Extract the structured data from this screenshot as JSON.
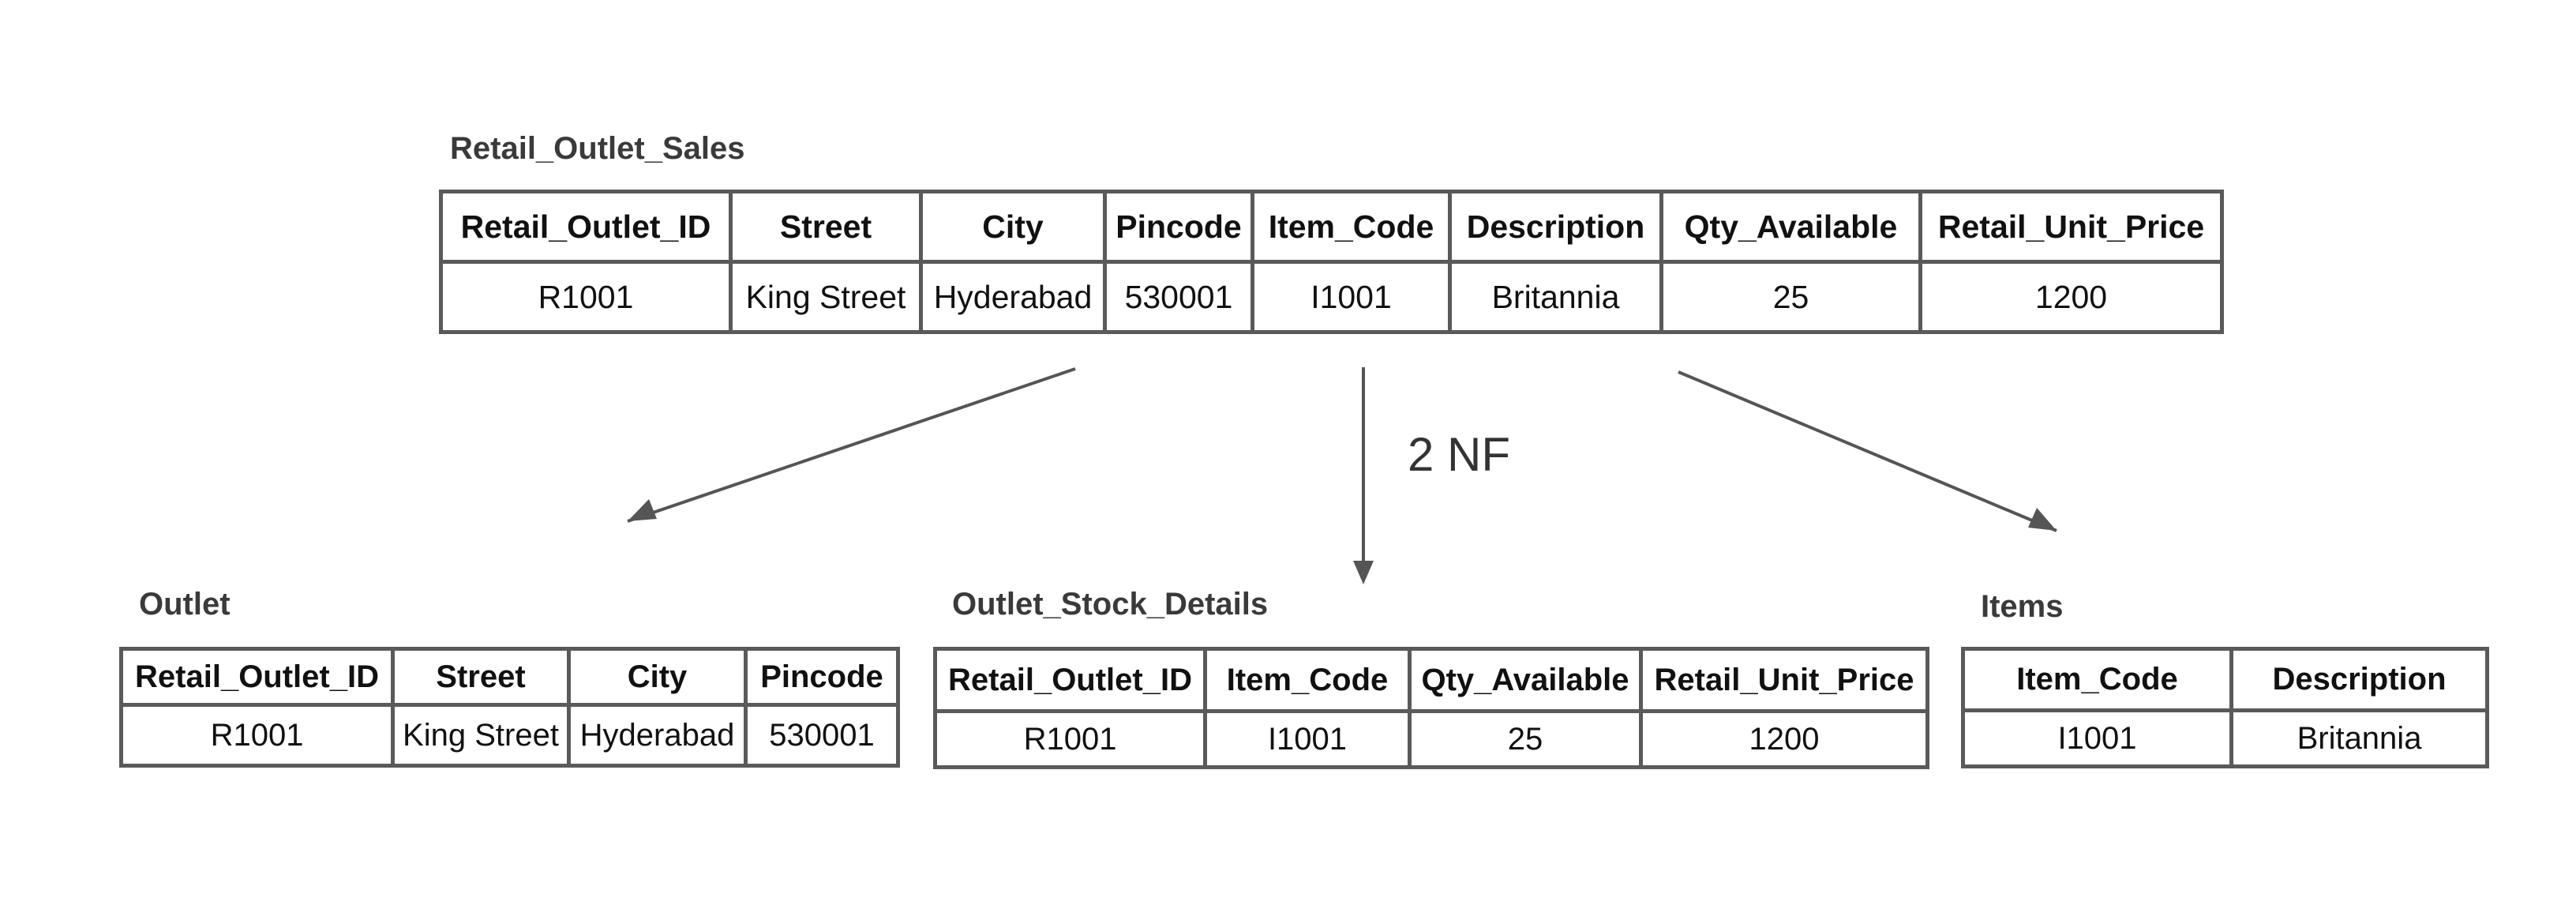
{
  "main": {
    "title": "Retail_Outlet_Sales",
    "headers": [
      "Retail_Outlet_ID",
      "Street",
      "City",
      "Pincode",
      "Item_Code",
      "Description",
      "Qty_Available",
      "Retail_Unit_Price"
    ],
    "row": [
      "R1001",
      "King Street",
      "Hyderabad",
      "530001",
      "I1001",
      "Britannia",
      "25",
      "1200"
    ]
  },
  "transition_label": "2 NF",
  "outlet": {
    "title": "Outlet",
    "headers": [
      "Retail_Outlet_ID",
      "Street",
      "City",
      "Pincode"
    ],
    "row": [
      "R1001",
      "King Street",
      "Hyderabad",
      "530001"
    ]
  },
  "stock": {
    "title": "Outlet_Stock_Details",
    "headers": [
      "Retail_Outlet_ID",
      "Item_Code",
      "Qty_Available",
      "Retail_Unit_Price"
    ],
    "row": [
      "R1001",
      "I1001",
      "25",
      "1200"
    ]
  },
  "items": {
    "title": "Items",
    "headers": [
      "Item_Code",
      "Description"
    ],
    "row": [
      "I1001",
      "Britannia"
    ]
  },
  "colors": {
    "border": "#5a5a5a",
    "arrow": "#555555",
    "caption": "#3a3a3a"
  }
}
